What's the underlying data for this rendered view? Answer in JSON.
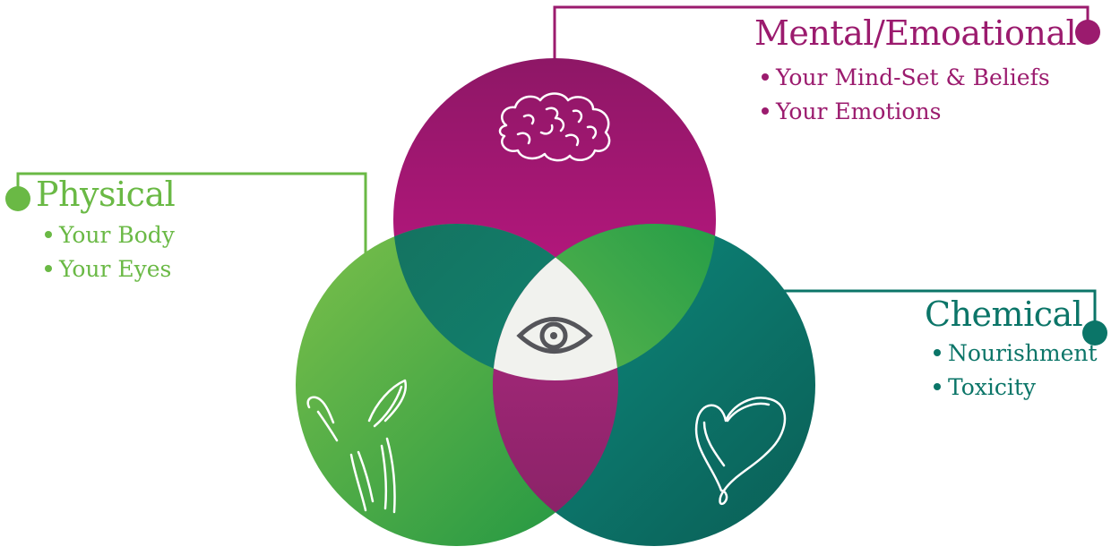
{
  "colors": {
    "mental": "#9B1B6E",
    "physical": "#6AB945",
    "chemical": "#0B7568"
  },
  "mental": {
    "title": "Mental/Emoational",
    "items": [
      "Your Mind-Set & Beliefs",
      "Your Emotions"
    ],
    "icon": "brain-icon"
  },
  "physical": {
    "title": "Physical",
    "items": [
      "Your Body",
      "Your Eyes"
    ],
    "icon": "body-outline-icon"
  },
  "chemical": {
    "title": "Chemical",
    "items": [
      "Nourishment",
      "Toxicity"
    ],
    "icon": "heart-icon"
  },
  "center": {
    "icon": "eye-icon"
  }
}
